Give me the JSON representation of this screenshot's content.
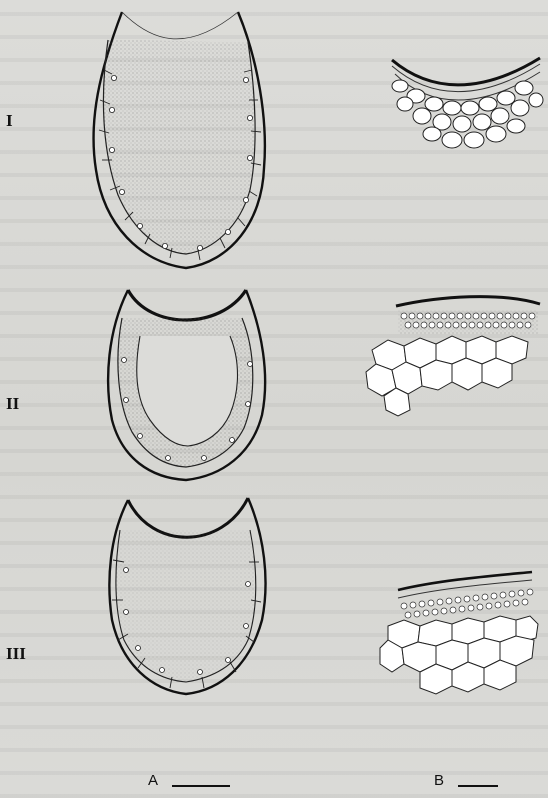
{
  "figure": {
    "row_labels": [
      "I",
      "II",
      "III"
    ],
    "column_labels": [
      "A",
      "B"
    ]
  }
}
